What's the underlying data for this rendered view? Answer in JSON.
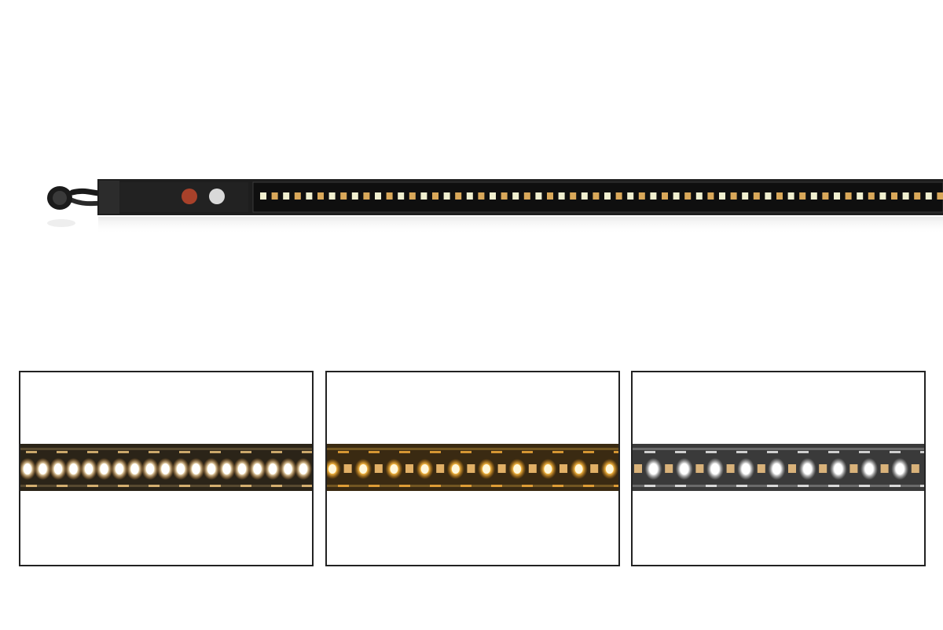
{
  "scene": {
    "subject": "led-strip-light-product",
    "main_strip": {
      "button_colors": [
        "#a8412a",
        "#d9d9d9"
      ],
      "body_color": "#1e1e1e",
      "led_colors": [
        "#f0efcf",
        "#d9a85a"
      ]
    },
    "panels": [
      {
        "mode": "mixed-warm-and-cool",
        "background": "#2b2418",
        "glow": "#fff6d8"
      },
      {
        "mode": "warm",
        "background": "#3a2a12",
        "glow": "#ffcf6a"
      },
      {
        "mode": "cool",
        "background": "#3a3a3a",
        "glow": "#ffffff"
      }
    ]
  }
}
